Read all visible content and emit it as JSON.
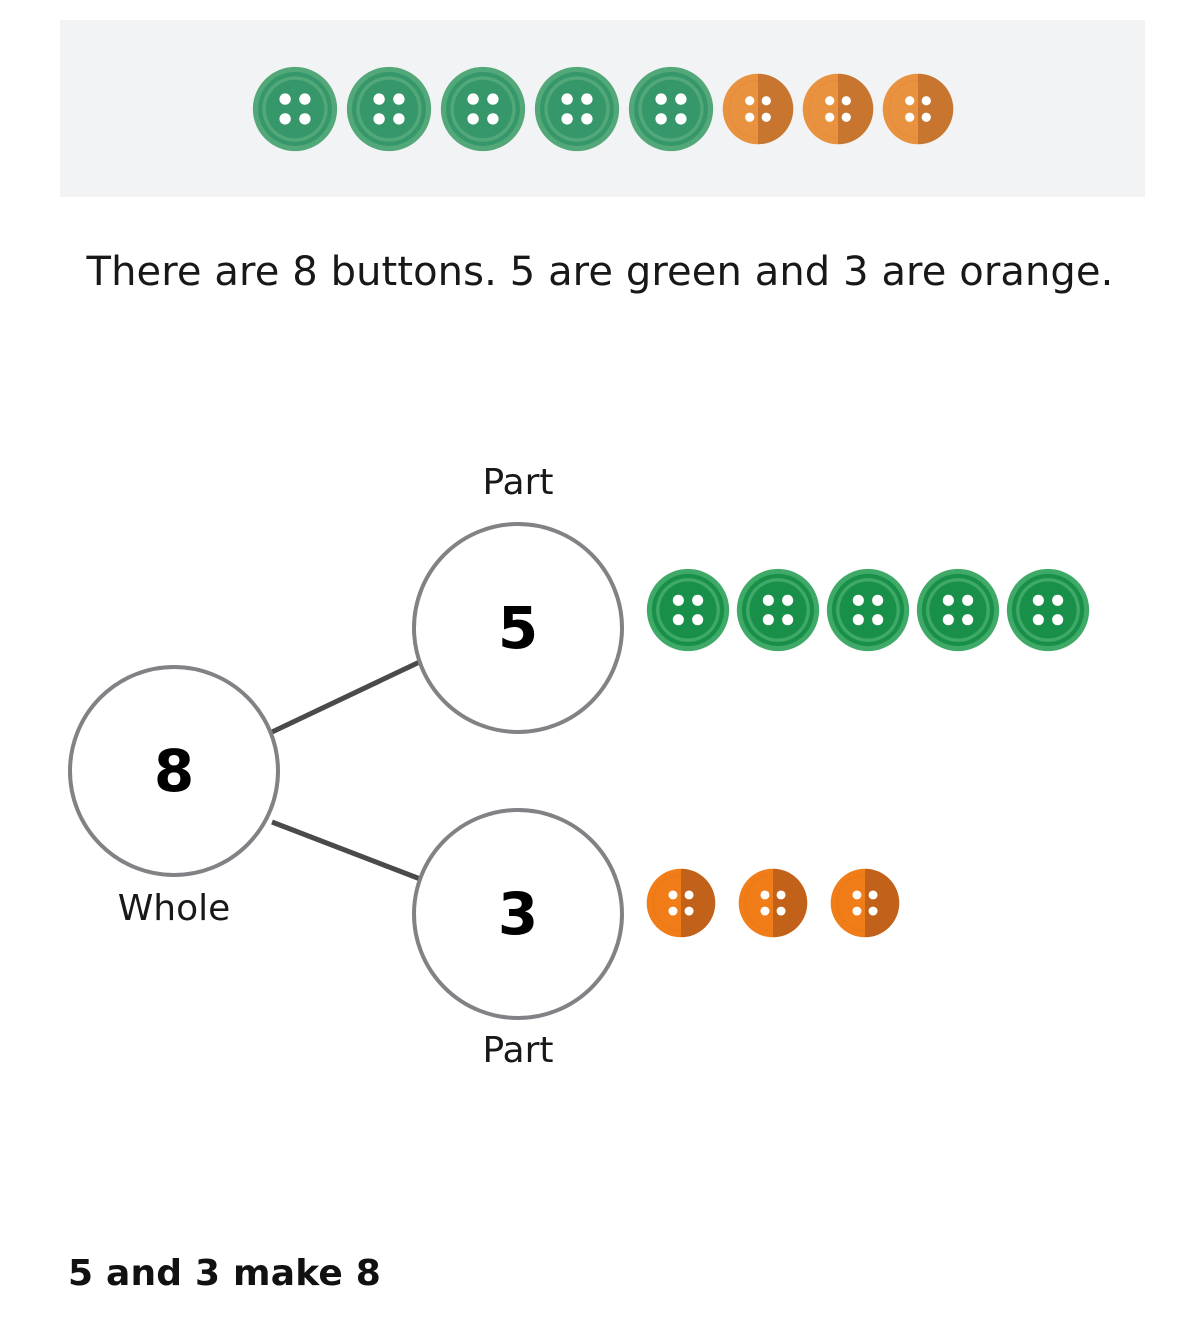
{
  "banner": {
    "background_color": "#f2f3f5",
    "buttons": [
      {
        "color": "green",
        "icon": "button-icon",
        "style": "ringed"
      },
      {
        "color": "green",
        "icon": "button-icon",
        "style": "ringed"
      },
      {
        "color": "green",
        "icon": "button-icon",
        "style": "ringed"
      },
      {
        "color": "green",
        "icon": "button-icon",
        "style": "ringed"
      },
      {
        "color": "green",
        "icon": "button-icon",
        "style": "ringed"
      },
      {
        "color": "orange",
        "icon": "button-icon",
        "style": "split"
      },
      {
        "color": "orange",
        "icon": "button-icon",
        "style": "split"
      },
      {
        "color": "orange",
        "icon": "button-icon",
        "style": "split"
      }
    ],
    "green_count": 5,
    "orange_count": 3,
    "total_count": 8
  },
  "sentence": "There are 8 buttons. 5 are green and 3 are orange.",
  "diagram": {
    "whole": {
      "value": "8",
      "label": "Whole"
    },
    "part_top": {
      "value": "5",
      "label": "Part"
    },
    "part_bottom": {
      "value": "3",
      "label": "Part"
    },
    "green_group": [
      {
        "color": "green",
        "icon": "button-icon"
      },
      {
        "color": "green",
        "icon": "button-icon"
      },
      {
        "color": "green",
        "icon": "button-icon"
      },
      {
        "color": "green",
        "icon": "button-icon"
      },
      {
        "color": "green",
        "icon": "button-icon"
      }
    ],
    "orange_group": [
      {
        "color": "orange",
        "icon": "button-icon"
      },
      {
        "color": "orange",
        "icon": "button-icon"
      },
      {
        "color": "orange",
        "icon": "button-icon"
      }
    ],
    "circle_stroke_color": "#808285",
    "link_color": "#4a4a4a"
  },
  "footer": {
    "statement": "5 and 3 make 8"
  },
  "colors": {
    "banner_green_outer": "#52a878",
    "banner_green_body": "#36986a",
    "banner_orange_light": "#e8913f",
    "banner_orange_dark": "#c8762f",
    "diagram_green_outer": "#3fa968",
    "diagram_green_body": "#189049",
    "diagram_orange_light": "#f07d18",
    "diagram_orange_dark": "#c2621a",
    "hole": "#ffffff",
    "text": "#181818"
  }
}
